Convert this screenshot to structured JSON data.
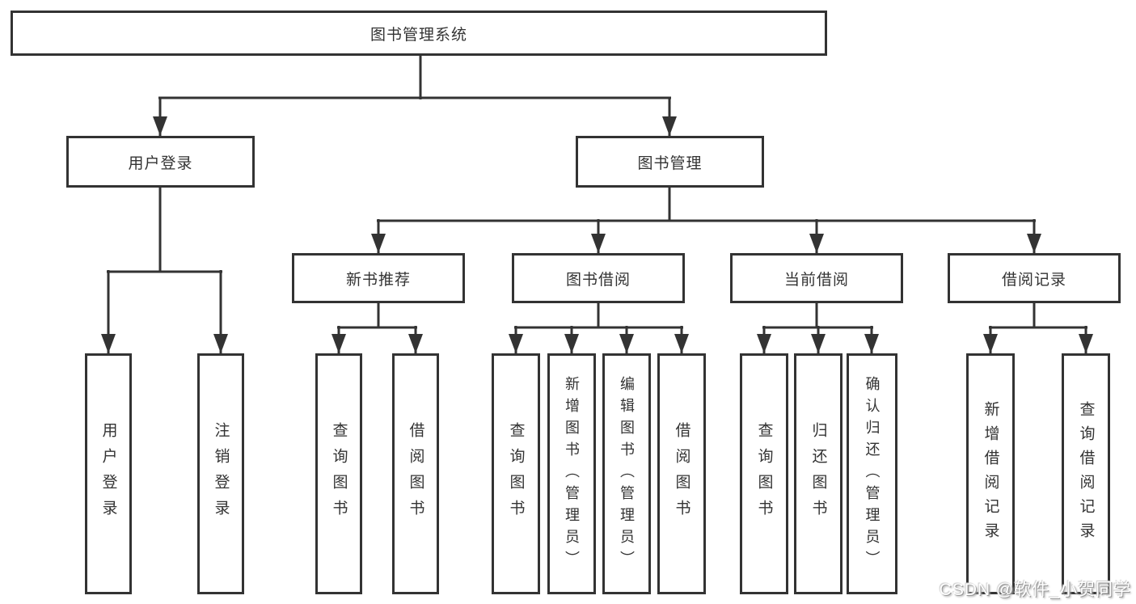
{
  "colors": {
    "line": "#333333",
    "text": "#333333",
    "background": "#ffffff",
    "watermark_text": "#ffffff",
    "watermark_shadow": "#9a9a9a"
  },
  "tree": {
    "label": "图书管理系统",
    "children": [
      {
        "label": "用户登录",
        "children": [
          {
            "label": "用户登录"
          },
          {
            "label": "注销登录"
          }
        ]
      },
      {
        "label": "图书管理",
        "children": [
          {
            "label": "新书推荐",
            "children": [
              {
                "label": "查询图书"
              },
              {
                "label": "借阅图书"
              }
            ]
          },
          {
            "label": "图书借阅",
            "children": [
              {
                "label": "查询图书"
              },
              {
                "label": "新增图书（管理员）"
              },
              {
                "label": "编辑图书（管理员）"
              },
              {
                "label": "借阅图书"
              }
            ]
          },
          {
            "label": "当前借阅",
            "children": [
              {
                "label": "查询图书"
              },
              {
                "label": "归还图书"
              },
              {
                "label": "确认归还（管理员）"
              }
            ]
          },
          {
            "label": "借阅记录",
            "children": [
              {
                "label": "新增借阅记录"
              },
              {
                "label": "查询借阅记录"
              }
            ]
          }
        ]
      }
    ]
  },
  "watermark": {
    "text": "CSDN @软件_小贺同学"
  }
}
